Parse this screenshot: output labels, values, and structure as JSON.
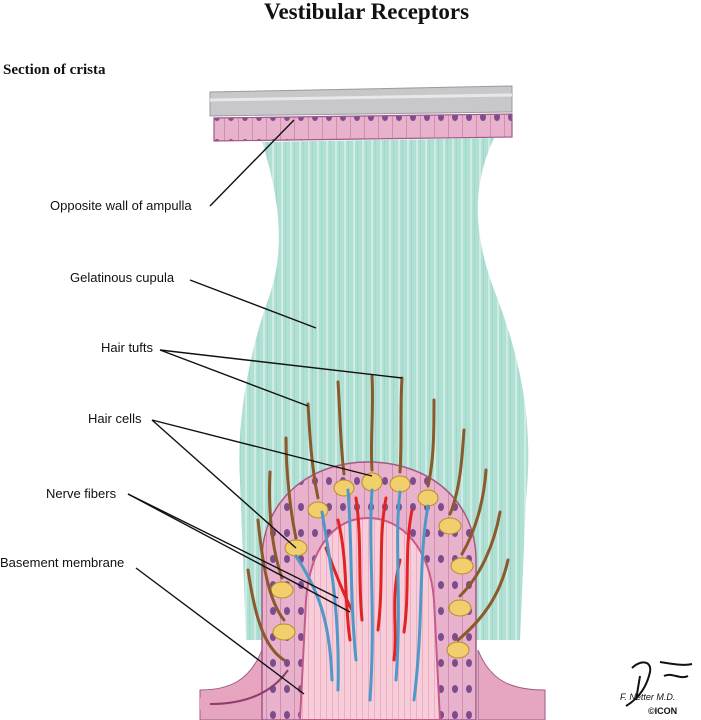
{
  "header": {
    "title": "Vestibular Receptors",
    "subtitle": "Section of crista"
  },
  "labels": {
    "opposite_wall": "Opposite wall of ampulla",
    "cupula": "Gelatinous cupula",
    "hair_tufts": "Hair tufts",
    "hair_cells": "Hair cells",
    "nerve_fibers": "Nerve fibers",
    "basement_membrane": "Basement membrane"
  },
  "signature": {
    "text": "F. Netter M.D.",
    "publisher": "©ICON"
  },
  "colors": {
    "cupula": "#a9dccf",
    "epithelium": "#e7a9c7",
    "hair_cell": "#f1d170",
    "hair": "#8b5a2b",
    "nerve_red": "#e02424",
    "nerve_blue": "#4f98c8",
    "stroma": "#f5c9d6",
    "membrane_top": "#c9c9cc"
  }
}
